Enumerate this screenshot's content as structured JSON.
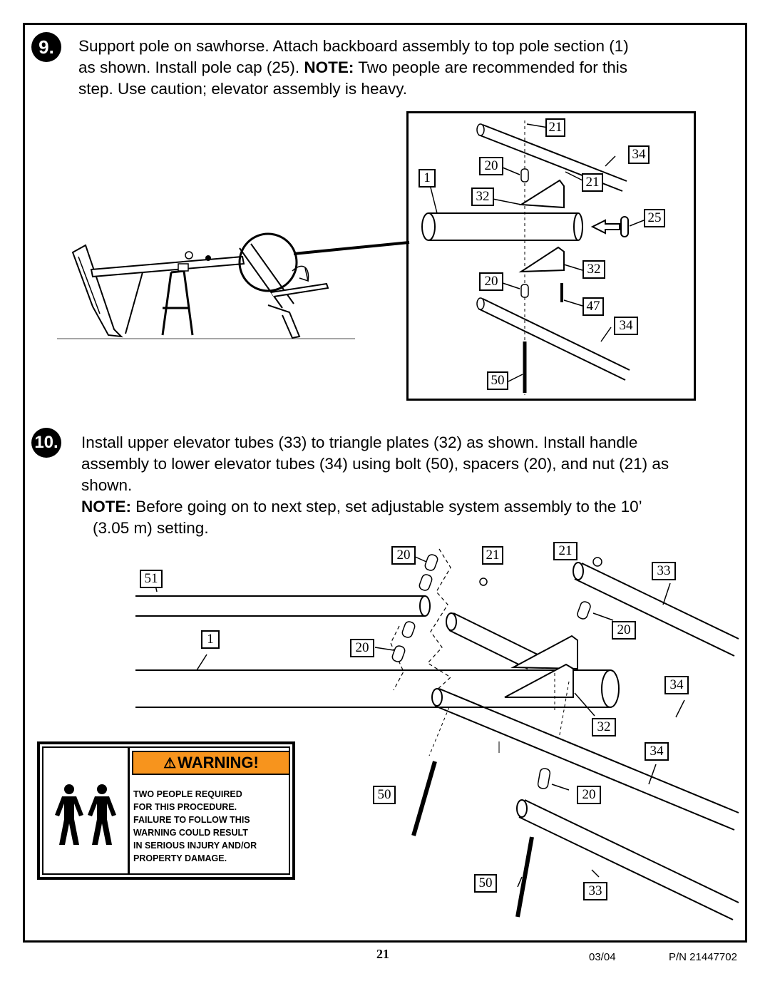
{
  "step9": {
    "number": "9.",
    "line1": "Support pole on sawhorse.  Attach backboard assembly to top pole section (1)",
    "line2_pre": "as shown.  Install pole cap (25).  ",
    "line2_note": "NOTE:",
    "line2_post": "  Two people are recommended for this",
    "line3": "step.  Use caution; elevator assembly is heavy."
  },
  "step10": {
    "number": "10.",
    "line1": "Install upper elevator tubes (33) to triangle plates (32) as shown. Install handle",
    "line2": "assembly to lower elevator tubes (34) using bolt (50), spacers (20), and nut (21) as",
    "line3": "shown.",
    "note_label": "NOTE:",
    "note_line1": "  Before going on to next step, set adjustable system assembly to the 10’",
    "note_line2": "(3.05 m) setting."
  },
  "detail_callouts": [
    "21",
    "34",
    "20",
    "1",
    "21",
    "32",
    "25",
    "32",
    "20",
    "47",
    "34",
    "50"
  ],
  "lower_callouts": [
    "20",
    "21",
    "21",
    "51",
    "33",
    "1",
    "20",
    "20",
    "34",
    "32",
    "34",
    "50",
    "20",
    "50",
    "33"
  ],
  "warning": {
    "header": "WARNING!",
    "lines": [
      "TWO PEOPLE REQUIRED",
      "FOR THIS PROCEDURE.",
      "FAILURE TO FOLLOW THIS",
      "WARNING COULD RESULT",
      "IN SERIOUS INJURY AND/OR",
      "PROPERTY DAMAGE."
    ]
  },
  "footer": {
    "page_number": "21",
    "date": "03/04",
    "part_number": "P/N 21447702"
  }
}
